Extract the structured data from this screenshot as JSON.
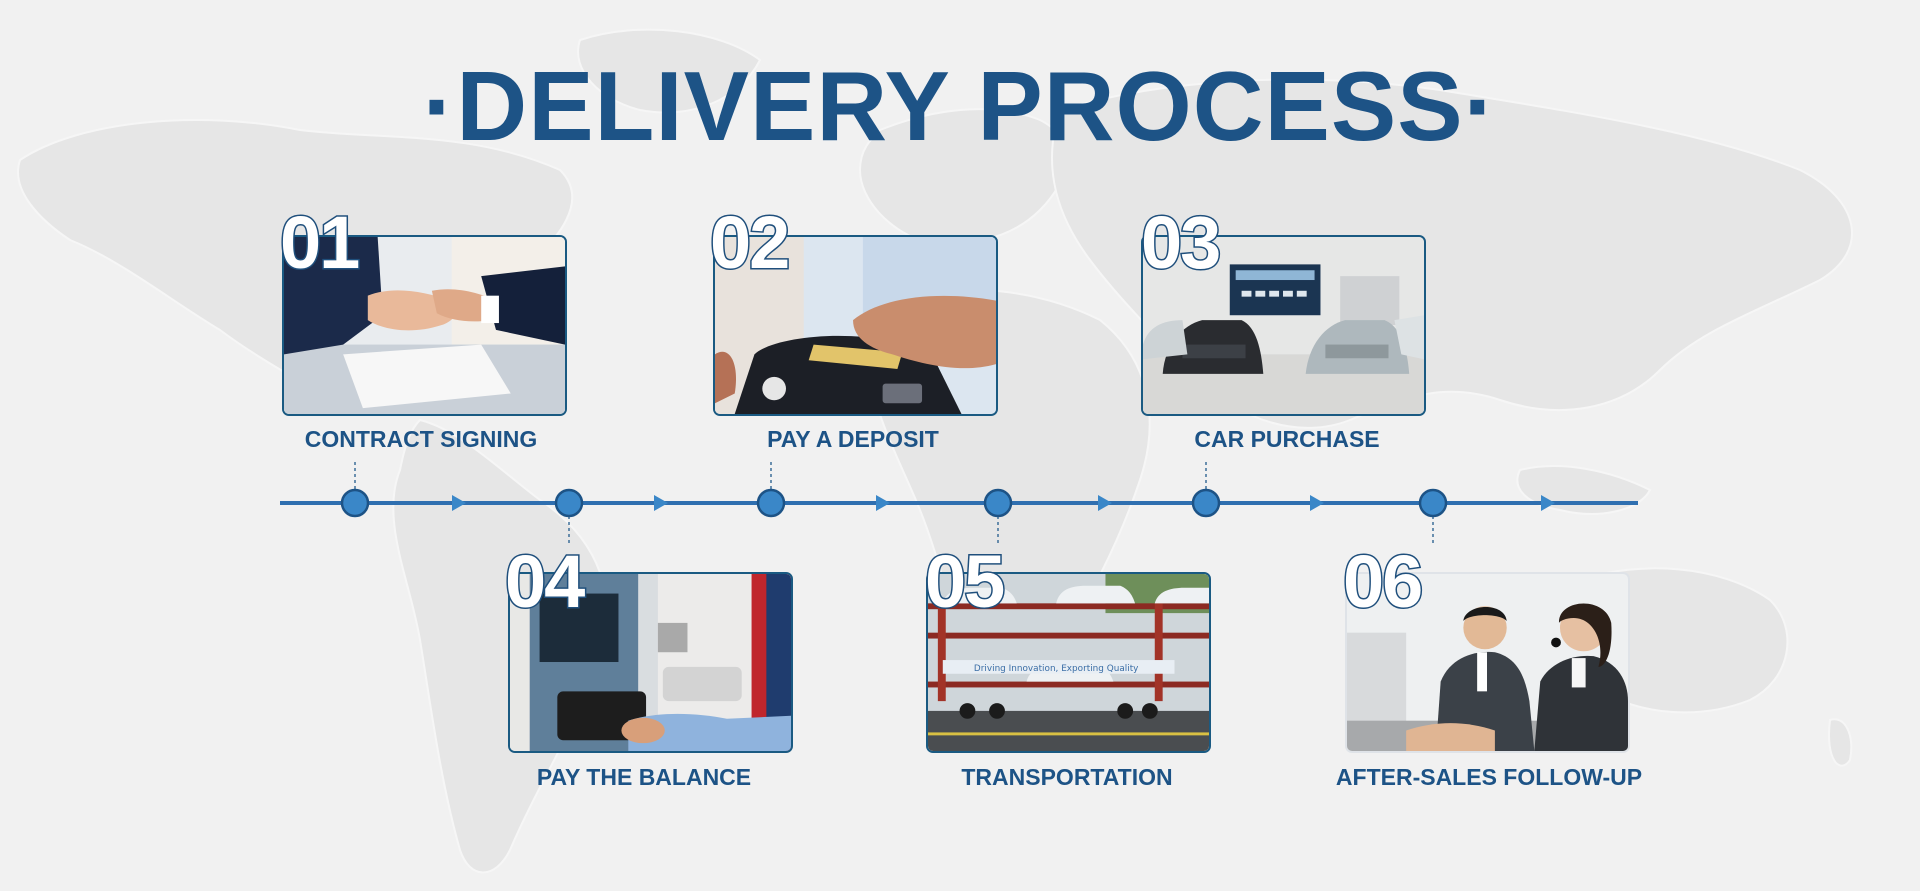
{
  "header": {
    "title": "DELIVERY PROCESS",
    "prefix_dot": "·",
    "suffix_dot": "·"
  },
  "colors": {
    "title": "#1d5386",
    "line": "#2f6fb0",
    "node": "#3a87c8",
    "frame": "#1a5a82",
    "background": "#f1f1f1"
  },
  "steps": [
    {
      "number": "01",
      "label": "CONTRACT SIGNING",
      "image": "handshake-photo"
    },
    {
      "number": "02",
      "label": "PAY A DEPOSIT",
      "image": "card-payment-photo"
    },
    {
      "number": "03",
      "label": "CAR PURCHASE",
      "image": "car-showroom-photo"
    },
    {
      "number": "04",
      "label": "PAY THE BALANCE",
      "image": "atm-photo"
    },
    {
      "number": "05",
      "label": "TRANSPORTATION",
      "image": "car-carrier-truck-photo",
      "banner_text": "Driving Innovation, Exporting Quality"
    },
    {
      "number": "06",
      "label": "AFTER-SALES FOLLOW-UP",
      "image": "customer-service-photo"
    }
  ]
}
